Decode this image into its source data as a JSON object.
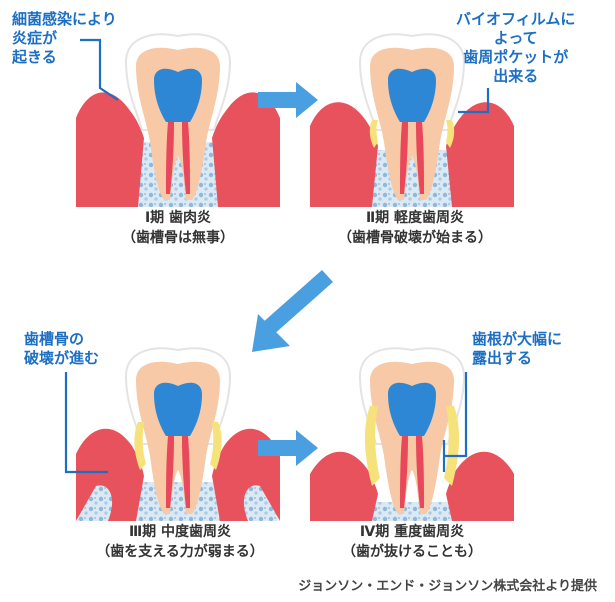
{
  "panels": [
    {
      "callout": [
        "細菌感染により",
        "炎症が",
        "起きる"
      ],
      "caption": [
        "Ⅰ期 歯肉炎",
        "（歯槽骨は無事）"
      ]
    },
    {
      "callout": [
        "バイオフィルムに",
        "よって",
        "歯周ポケットが",
        "出来る"
      ],
      "caption": [
        "Ⅱ期 軽度歯周炎",
        "（歯槽骨破壊が始まる）"
      ]
    },
    {
      "callout": [
        "歯槽骨の",
        "破壊が進む"
      ],
      "caption": [
        "Ⅲ期 中度歯周炎",
        "（歯を支える力が弱まる）"
      ]
    },
    {
      "callout": [
        "歯根が大幅に",
        "露出する"
      ],
      "caption": [
        "Ⅳ期 重度歯周炎",
        "（歯が抜けることも）"
      ]
    }
  ],
  "credit": "ジョンソン・エンド・ジョンソン株式会社より提供",
  "colors": {
    "callout_text": "#1d6fc4",
    "arrow": "#4a9fe0",
    "gum": "#e8525c",
    "bone": "#d6e6f2",
    "enamel": "#ffffff",
    "dentin": "#f5c9a8",
    "pulp_crown": "#2d87d4",
    "pulp_root": "#e8485a",
    "plaque": "#f6e27a"
  },
  "icons": [
    "tooth-illustration",
    "right-arrow-icon",
    "diagonal-arrow-icon"
  ]
}
